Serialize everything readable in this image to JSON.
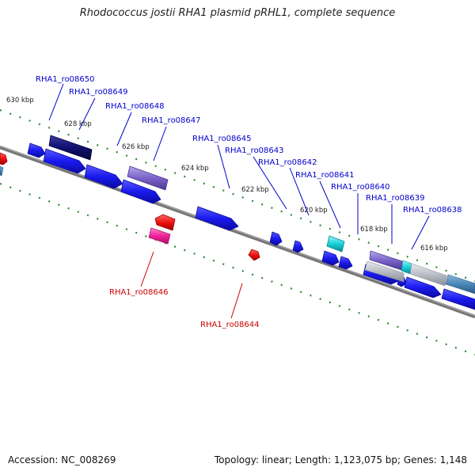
{
  "title": "Rhodococcus jostii RHA1 plasmid pRHL1, complete sequence",
  "footer": {
    "accession": "Accession: NC_008269",
    "stats": "Topology: linear; Length: 1,123,075 bp; Genes: 1,148"
  },
  "colors": {
    "upper_label": "#0000cc",
    "lower_label": "#cc0000",
    "ruler_tick": "#2e8b2e",
    "backbone": "#777777",
    "gene_blue": "#1a1aee",
    "gene_navy": "#101070",
    "gene_purple": "#7a62c8",
    "gene_red": "#ee1111",
    "gene_magenta": "#ee2299",
    "gene_cyan": "#18d0d8",
    "gene_grey": "#b8bcc4",
    "gene_steel": "#4a86b8"
  },
  "upper_labels": [
    {
      "id": "rha1-ro08650",
      "text": "RHA1_ro08650"
    },
    {
      "id": "rha1-ro08649",
      "text": "RHA1_ro08649"
    },
    {
      "id": "rha1-ro08648",
      "text": "RHA1_ro08648"
    },
    {
      "id": "rha1-ro08647",
      "text": "RHA1_ro08647"
    },
    {
      "id": "rha1-ro08645",
      "text": "RHA1_ro08645"
    },
    {
      "id": "rha1-ro08643",
      "text": "RHA1_ro08643"
    },
    {
      "id": "rha1-ro08642",
      "text": "RHA1_ro08642"
    },
    {
      "id": "rha1-ro08641",
      "text": "RHA1_ro08641"
    },
    {
      "id": "rha1-ro08640",
      "text": "RHA1_ro08640"
    },
    {
      "id": "rha1-ro08639",
      "text": "RHA1_ro08639"
    },
    {
      "id": "rha1-ro08638",
      "text": "RHA1_ro08638"
    }
  ],
  "lower_labels": [
    {
      "id": "rha1-ro08646",
      "text": "RHA1_ro08646"
    },
    {
      "id": "rha1-ro08644",
      "text": "RHA1_ro08644"
    }
  ],
  "ruler_labels": [
    {
      "id": "630-kbp",
      "text": "630 kbp"
    },
    {
      "id": "628-kbp",
      "text": "628 kbp"
    },
    {
      "id": "626-kbp",
      "text": "626 kbp"
    },
    {
      "id": "624-kbp",
      "text": "624 kbp"
    },
    {
      "id": "622-kbp",
      "text": "622 kbp"
    },
    {
      "id": "620-kbp",
      "text": "620 kbp"
    },
    {
      "id": "618-kbp",
      "text": "618 kbp"
    },
    {
      "id": "616-kbp",
      "text": "616 kbp"
    }
  ]
}
